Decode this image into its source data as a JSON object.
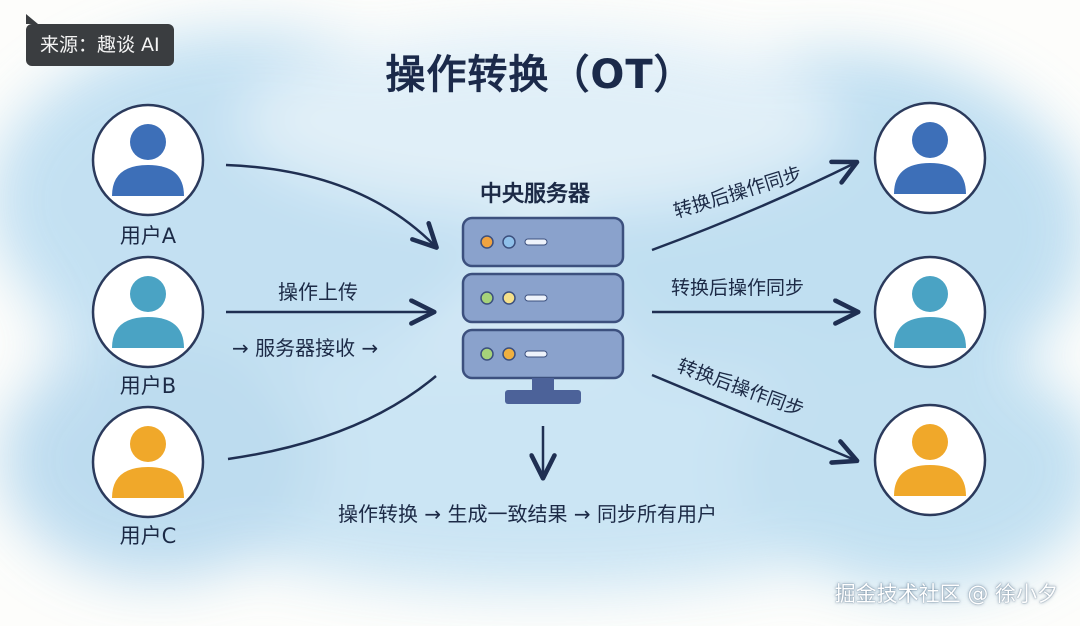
{
  "source_badge": "来源：趣谈 AI",
  "title": "操作转换（OT）",
  "users_left": [
    {
      "label": "用户A",
      "color": "#3d6fb8"
    },
    {
      "label": "用户B",
      "color": "#4aa3c4"
    },
    {
      "label": "用户C",
      "color": "#f0a82a"
    }
  ],
  "users_right": [
    {
      "color": "#3d6fb8"
    },
    {
      "color": "#4aa3c4"
    },
    {
      "color": "#f0a82a"
    }
  ],
  "server": {
    "label": "中央服务器"
  },
  "upload": {
    "line1": "操作上传",
    "line2": "→ 服务器接收 →"
  },
  "sync_labels": [
    "转换后操作同步",
    "转换后操作同步",
    "转换后操作同步"
  ],
  "bottom_flow": "操作转换 → 生成一致结果 → 同步所有用户",
  "watermark": "掘金技术社区 @ 徐小夕",
  "colors": {
    "ink": "#1c2a46",
    "server": "#7f97c4",
    "server_dark": "#4c6299",
    "wash": "#a9d3ee"
  }
}
